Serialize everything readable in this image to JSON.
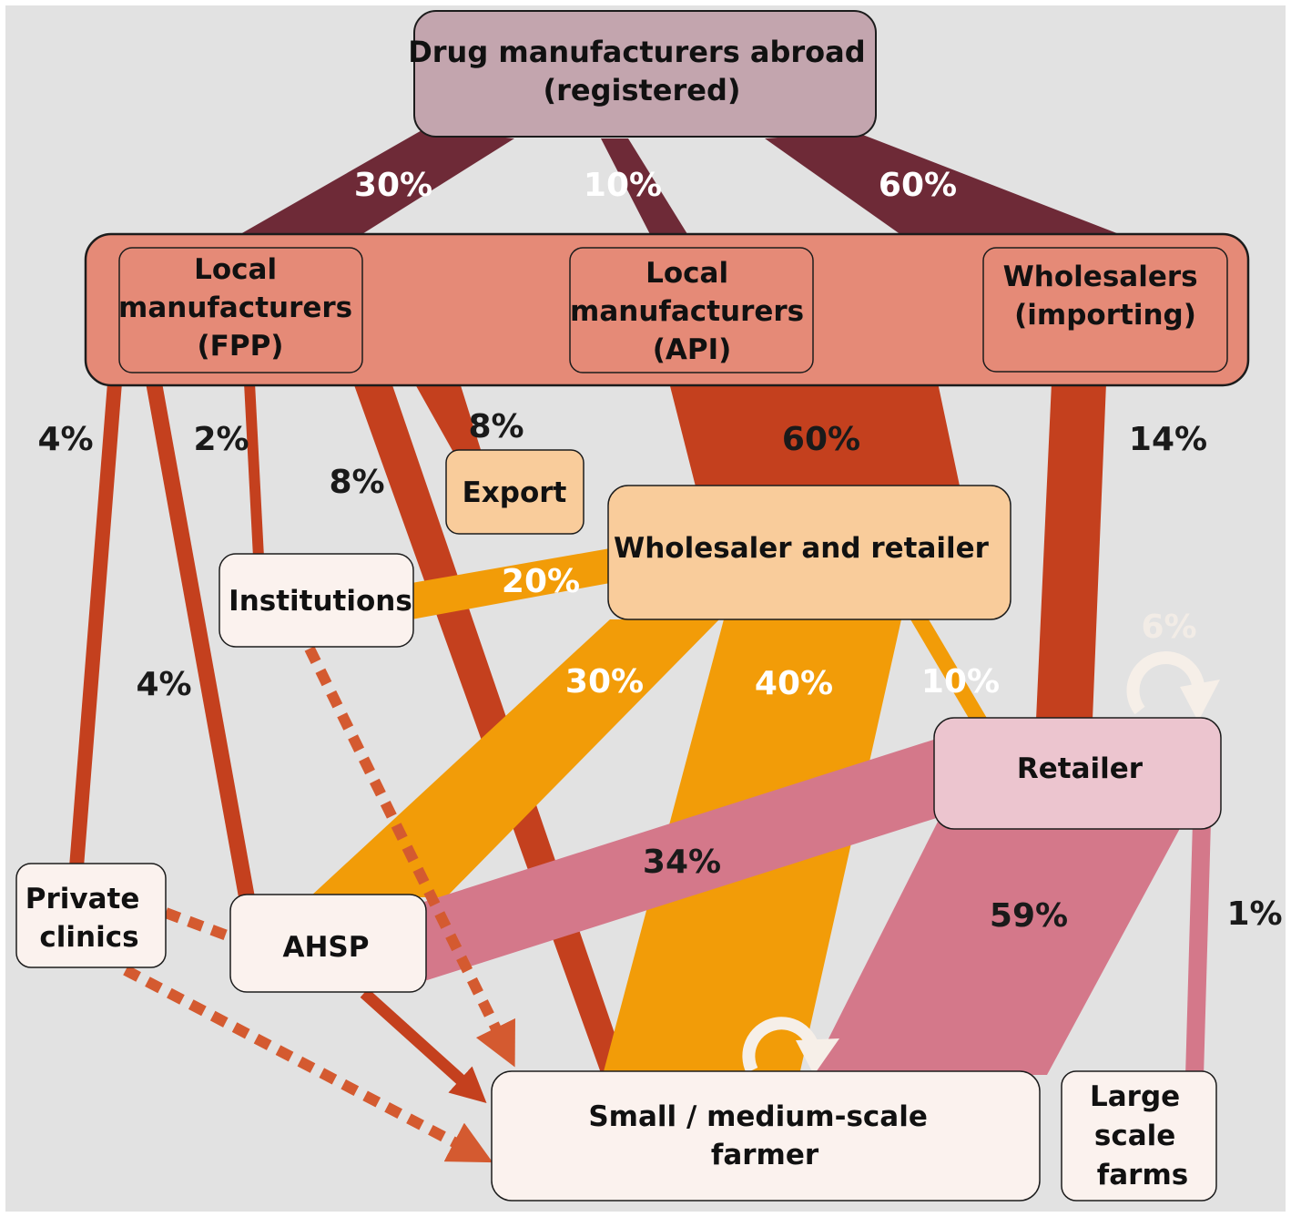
{
  "colors": {
    "background": "#e2e2e2",
    "abroad_flow": "#6e2a37",
    "manufacturer_flow": "#c4401e",
    "wholesaler_flow": "#f29c08",
    "retailer_flow": "#d4788a",
    "dashed_flow": "#d45a30",
    "loop_arrow": "#f6efe8"
  },
  "nodes": {
    "abroad": [
      "Drug manufacturers abroad",
      "(registered)"
    ],
    "local_fpp": [
      "Local",
      "manufacturers",
      "(FPP)"
    ],
    "local_api": [
      "Local",
      "manufacturers",
      "(API)"
    ],
    "wholesalers_importing": [
      "Wholesalers",
      "(importing)"
    ],
    "export": [
      "Export"
    ],
    "wholesaler_retailer": [
      "Wholesaler and retailer"
    ],
    "institutions": [
      "Institutions"
    ],
    "retailer": [
      "Retailer"
    ],
    "private_clinics": [
      "Private",
      "clinics"
    ],
    "ahsp": [
      "AHSP"
    ],
    "small_farmer": [
      "Small / medium-scale",
      "farmer"
    ],
    "large_farms": [
      "Large",
      "scale",
      "farms"
    ]
  },
  "flows": {
    "abroad_to_fpp": "30%",
    "abroad_to_api": "10%",
    "abroad_to_wholesalers": "60%",
    "to_private_clinics": "4%",
    "to_institutions": "2%",
    "to_ahsp": "4%",
    "to_farmer_direct": "8%",
    "to_export": "8%",
    "to_wholesaler_retailer": "60%",
    "wholesalers_to_retailer": "14%",
    "wr_to_institutions": "20%",
    "wr_to_ahsp": "30%",
    "wr_to_farmer": "40%",
    "wr_to_retailer": "10%",
    "retailer_loop": "6%",
    "retailer_to_ahsp": "34%",
    "retailer_to_farmer": "59%",
    "retailer_to_large_farms": "1%"
  }
}
